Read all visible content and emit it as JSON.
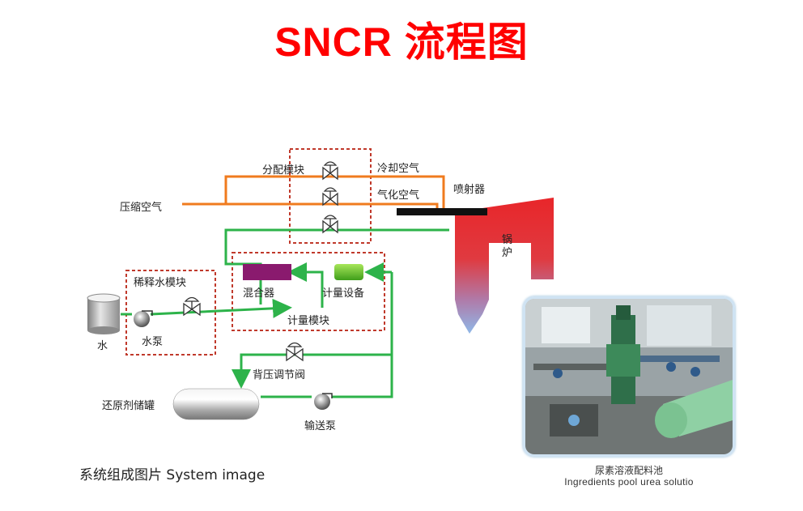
{
  "title": "SNCR 流程图",
  "labels": {
    "distribution_module": "分配模块",
    "cooling_air": "冷却空气",
    "atomizing_air": "气化空气",
    "injector": "喷射器",
    "compressed_air": "压缩空气",
    "boiler": "锅炉",
    "dilution_module": "稀释水模块",
    "mixer": "混合器",
    "metering_device": "计量设备",
    "water": "水",
    "water_pump": "水泵",
    "metering_module": "计量模块",
    "back_pressure_valve": "背压调节阀",
    "reductant_tank": "还原剂储罐",
    "transfer_pump": "输送泵"
  },
  "captions": {
    "system_image": "系统组成图片 System image",
    "photo_cn": "尿素溶液配料池",
    "photo_en": "Ingredients pool urea solutio"
  },
  "colors": {
    "title": "#ff0000",
    "air_line": "#f07b1e",
    "liquid_line": "#2db34a",
    "module_border": "#c0392b",
    "mixer": "#8a1a6e",
    "boiler_top": "#e8262a",
    "boiler_bottom": "#8fb8e8"
  }
}
